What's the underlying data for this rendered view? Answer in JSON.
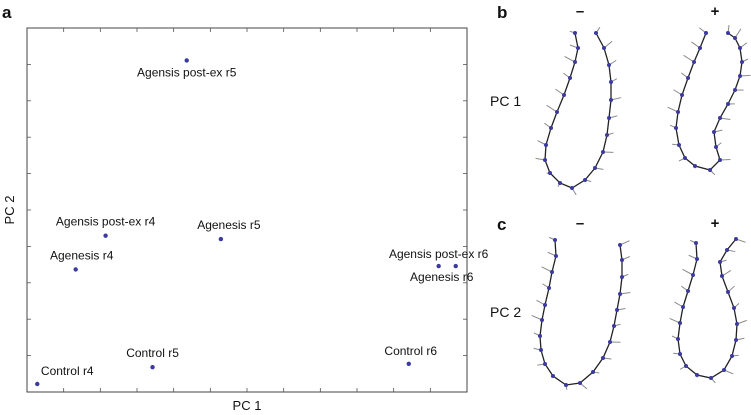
{
  "panels": {
    "a": "a",
    "b": "b",
    "c": "c"
  },
  "chart_data": {
    "type": "scatter",
    "title": "",
    "xlabel": "PC 1",
    "ylabel": "PC 2",
    "xlim": [
      0,
      100
    ],
    "ylim": [
      0,
      100
    ],
    "grid": false,
    "point_color": "#3a3aa0",
    "points": [
      {
        "label": "Agensis post-ex r5",
        "x": 36,
        "y": 96
      },
      {
        "label": "Agensis post-ex r4",
        "x": 17,
        "y": 44
      },
      {
        "label": "Agenesis r5",
        "x": 44,
        "y": 43
      },
      {
        "label": "Agenesis r4",
        "x": 10,
        "y": 34
      },
      {
        "label": "Agensis post-ex r6",
        "x": 95,
        "y": 35
      },
      {
        "label": "Agenesis r6",
        "x": 99,
        "y": 35
      },
      {
        "label": "Control r5",
        "x": 28,
        "y": 5
      },
      {
        "label": "Control r4",
        "x": 1,
        "y": 0
      },
      {
        "label": "Control r6",
        "x": 88,
        "y": 6
      }
    ]
  },
  "shape_panels": {
    "minus": "–",
    "plus": "+",
    "rows": [
      {
        "label": "PC 1"
      },
      {
        "label": "PC 2"
      }
    ],
    "line_color": "#222222",
    "dot_color": "#3a3aa0",
    "vector_color": "#8a8a8a"
  }
}
